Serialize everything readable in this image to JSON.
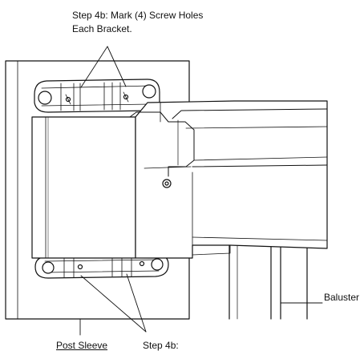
{
  "labels": {
    "step_top_line1": "Step 4b:  Mark (4) Screw Holes",
    "step_top_line2": "Each Bracket.",
    "baluster": "Baluster",
    "post_sleeve": "Post Sleeve",
    "step_bottom": "Step 4b:"
  },
  "colors": {
    "line": "#111111",
    "background": "#ffffff"
  }
}
